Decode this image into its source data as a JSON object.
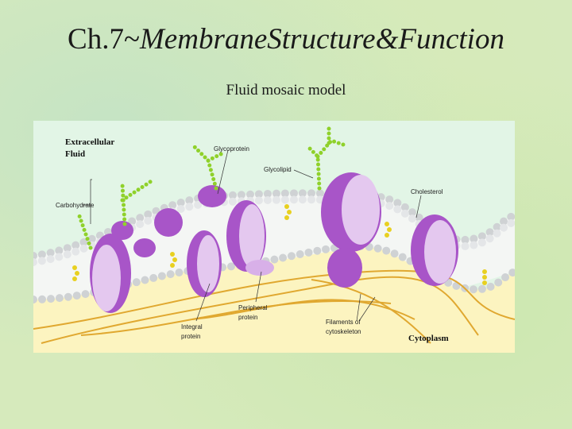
{
  "slide": {
    "title_prefix": "Ch.7~",
    "title_main": "MembraneStructure&Function",
    "subtitle": "Fluid mosaic model"
  },
  "diagram": {
    "labels": {
      "extracellular_1": "Extracellular",
      "extracellular_2": "Fluid",
      "glycoprotein": "Glycoprotein",
      "glycolipid": "Glycolipid",
      "carbohydrate": "Carbohydrate",
      "cholesterol": "Cholesterol",
      "peripheral_1": "Peripheral",
      "peripheral_2": "protein",
      "integral_1": "Integral",
      "integral_2": "protein",
      "filaments_1": "Filaments of",
      "filaments_2": "cytoskeleton",
      "cytoplasm": "Cytoplasm"
    },
    "colors": {
      "extracellular": "#e2f5e6",
      "cytoplasm": "#fcf4c0",
      "protein": "#a855c8",
      "carbohydrate": "#8fd12a",
      "filament": "#e0a830",
      "cholesterol": "#e8d020"
    }
  }
}
